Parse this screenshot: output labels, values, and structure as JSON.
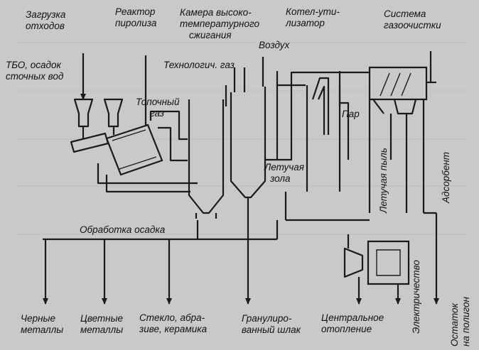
{
  "labels": {
    "waste_loading": [
      "Загрузка",
      "отходов"
    ],
    "pyrolysis_reactor": [
      "Реактор",
      "пиролиза"
    ],
    "combustion_chamber": [
      "Камера высоко-",
      "температурного",
      "сжигания"
    ],
    "waste_heat_boiler": [
      "Котел-ути-",
      "лизатор"
    ],
    "gas_cleaning": [
      "Система",
      "газоочистки"
    ],
    "air": "Воздух",
    "process_gas": "Технологич. газ",
    "input_waste": [
      "ТБО, осадок",
      "сточных вод"
    ],
    "fuel_gas": [
      "Топочный",
      "газ"
    ],
    "steam": "Пар",
    "fly_ash_chamber": [
      "Летучая",
      "зола"
    ],
    "fly_ash_vertical": "Летучая пыль",
    "adsorbent": "Адсорбент",
    "sludge_processing": "Обработка осадка",
    "electricity": "Электричество",
    "landfill_residue": [
      "Остаток",
      "на полигон"
    ],
    "ferrous_metals": [
      "Черные",
      "металлы"
    ],
    "nonferrous_metals": [
      "Цветные",
      "металлы"
    ],
    "glass": [
      "Стекло, абра-",
      "зиве, керамика"
    ],
    "slag": [
      "Гранулиро-",
      "ванный шлак"
    ],
    "heating": [
      "Центральное",
      "отопление"
    ]
  }
}
